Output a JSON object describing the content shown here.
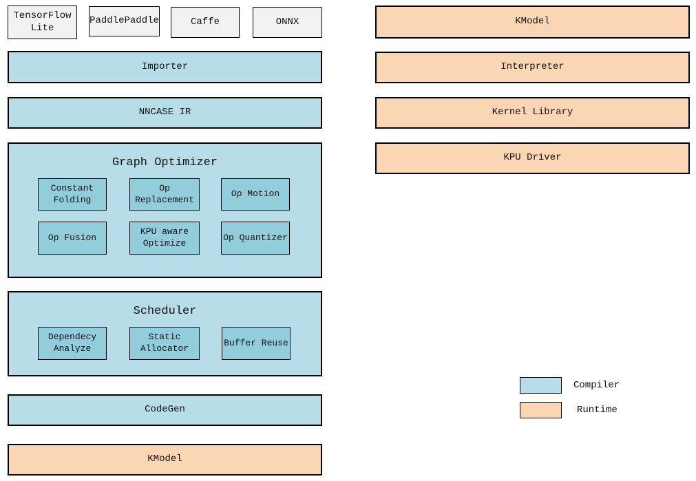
{
  "colors": {
    "background": "#ffffff",
    "border": "#000000",
    "text": "#111111",
    "compiler_fill": "#b7dde8",
    "compiler_inner_fill": "#92cddc",
    "runtime_fill": "#fbd6b4",
    "framework_fill": "#f2f2f2"
  },
  "frameworks": [
    {
      "label": "TensorFlow Lite"
    },
    {
      "label": "PaddlePaddle"
    },
    {
      "label": "Caffe"
    },
    {
      "label": "ONNX"
    }
  ],
  "compiler": {
    "importer": "Importer",
    "nncase_ir": "NNCASE IR",
    "graph_optimizer": {
      "title": "Graph Optimizer",
      "passes": [
        "Constant Folding",
        "Op Replacement",
        "Op Motion",
        "Op Fusion",
        "KPU aware Optimize",
        "Op Quantizer"
      ]
    },
    "scheduler": {
      "title": "Scheduler",
      "passes": [
        "Dependecy Analyze",
        "Static Allocator",
        "Buffer Reuse"
      ]
    },
    "codegen": "CodeGen",
    "kmodel": "KModel"
  },
  "runtime": {
    "layers": [
      "KModel",
      "Interpreter",
      "Kernel Library",
      "KPU Driver"
    ]
  },
  "legend": {
    "items": [
      {
        "label": "Compiler",
        "color": "#b7dde8"
      },
      {
        "label": "Runtime",
        "color": "#fbd6b4"
      }
    ]
  }
}
